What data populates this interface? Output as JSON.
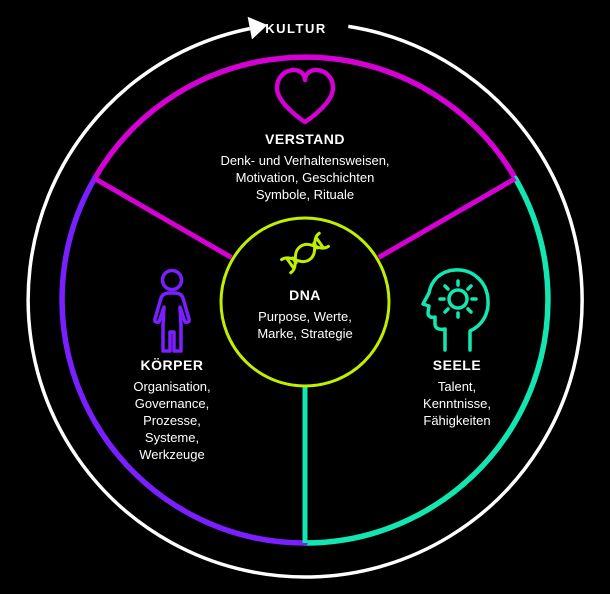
{
  "colors": {
    "background": "#000000",
    "white": "#ffffff",
    "magenta": "#d400d4",
    "purple": "#7a1fff",
    "teal": "#12e7b2",
    "lime": "#c1ef00"
  },
  "ring": {
    "label": "KULTUR"
  },
  "center": {
    "title": "DNA",
    "lines": [
      "Purpose, Werte,",
      "Marke, Strategie"
    ]
  },
  "segments": [
    {
      "title": "VERSTAND",
      "icon": "heart-icon",
      "lines": [
        "Denk- und Verhaltensweisen,",
        "Motivation, Geschichten",
        "Symbole, Rituale"
      ]
    },
    {
      "title": "KÖRPER",
      "icon": "person-icon",
      "lines": [
        "Organisation,",
        "Governance,",
        "Prozesse,",
        "Systeme,",
        "Werkzeuge"
      ]
    },
    {
      "title": "SEELE",
      "icon": "head-idea-icon",
      "lines": [
        "Talent,",
        "Kenntnisse,",
        "Fähigkeiten"
      ]
    }
  ]
}
